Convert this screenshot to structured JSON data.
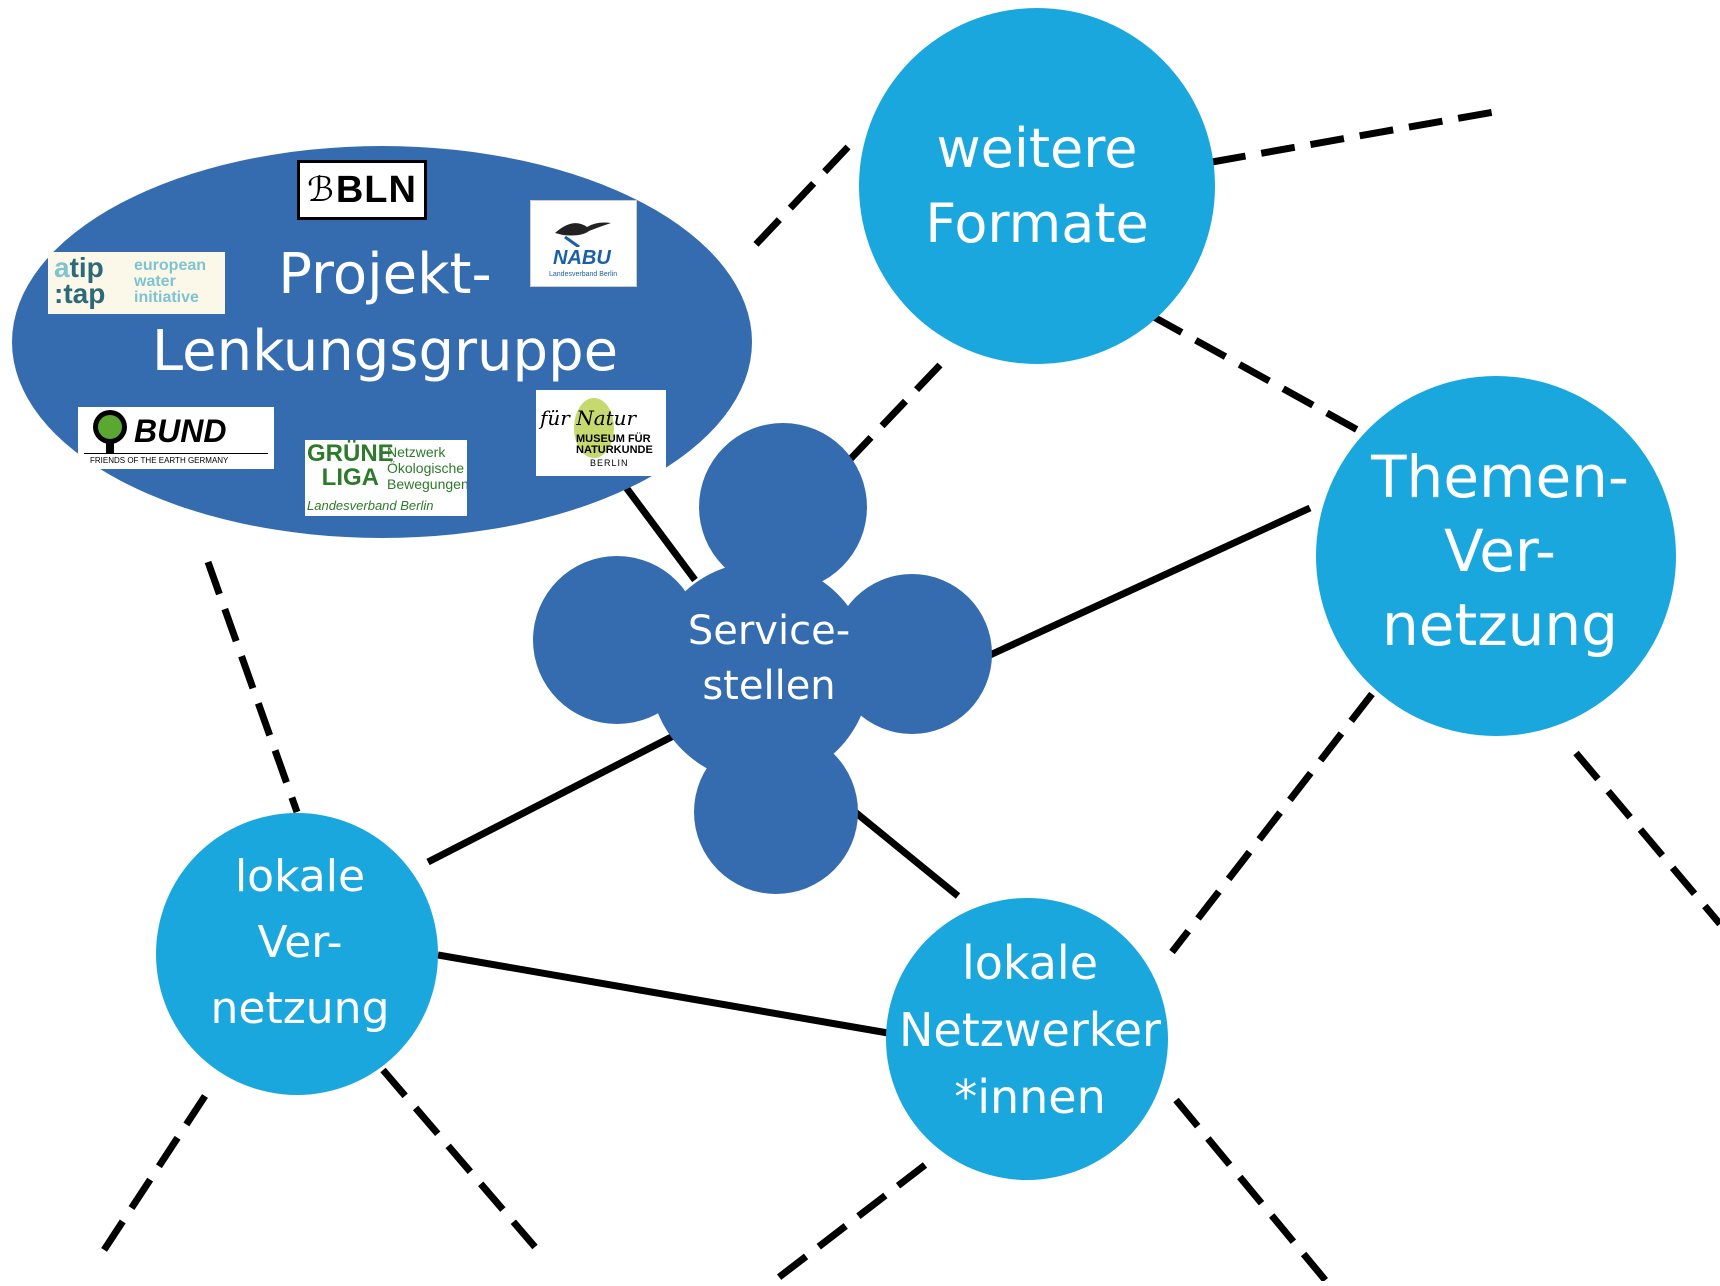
{
  "colors": {
    "steering": "#346caf",
    "service": "#346caf",
    "node": "#19a7dd",
    "line": "#000000",
    "label": "#ffffff"
  },
  "nodes": {
    "steering_group": "Projekt-\nLenkungsgruppe",
    "service_points": "Service-\nstellen",
    "further_formats": "weitere\nFormate",
    "thematic_networking": "Themen-\nVer-\nnetzung",
    "local_networking": "lokale\nVer-\nnetzung",
    "local_networkers": "lokale\nNetzwerker\n*innen"
  },
  "logos": {
    "bln": "BLN",
    "nabu": "NABU",
    "nabu_sub": "Landesverband Berlin",
    "tiptap_a": "a",
    "tiptap_tip": "tip",
    "tiptap_tap": ":tap",
    "tiptap_text": "european\nwater\ninitiative",
    "bund": "BUND",
    "bund_sub": "FRIENDS OF THE EARTH GERMANY",
    "gruene_liga": "GRÜNE\nLIGA",
    "gruene_liga_text": "Netzwerk\nÖkologische\nBewegungen",
    "gruene_liga_sub": "Landesverband Berlin",
    "museum_script": "für Natur",
    "museum_name": "MUSEUM FÜR\nNATURKUNDE",
    "museum_city": "BERLIN"
  },
  "connections": {
    "solid": [
      [
        "steering_group",
        "service_points"
      ],
      [
        "service_points",
        "thematic_networking"
      ],
      [
        "service_points",
        "local_networking"
      ],
      [
        "service_points",
        "local_networkers"
      ],
      [
        "local_networking",
        "local_networkers"
      ]
    ],
    "dashed": [
      [
        "further_formats",
        "service_points"
      ],
      [
        "further_formats",
        "thematic_networking"
      ],
      [
        "steering_group",
        "local_networking"
      ],
      [
        "thematic_networking",
        "local_networkers"
      ]
    ]
  }
}
